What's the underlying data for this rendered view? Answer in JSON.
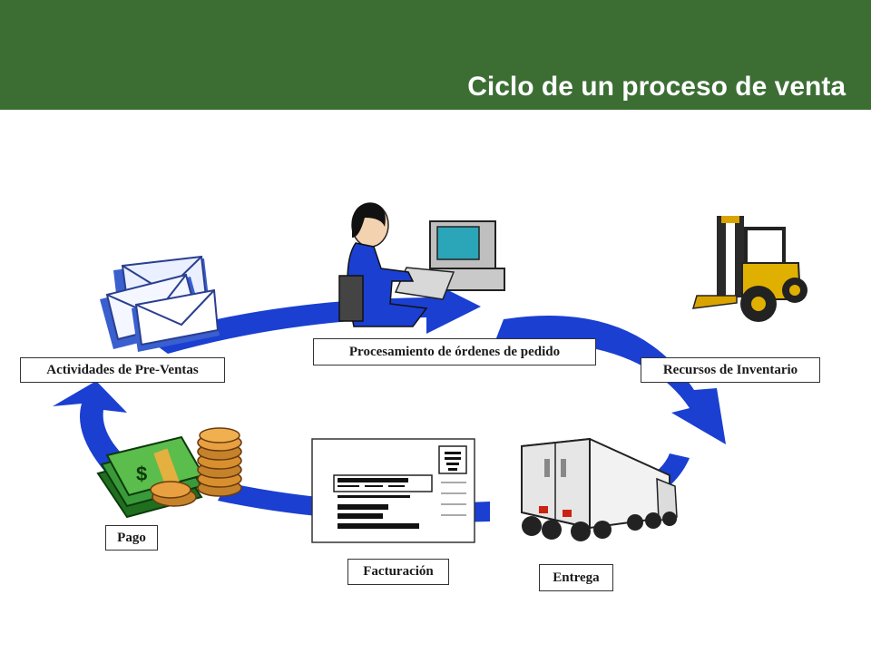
{
  "header": {
    "title": "Ciclo de un proceso de venta",
    "background": "#3c6e34",
    "text_color": "#ffffff"
  },
  "diagram": {
    "arrow_color": "#1a3fd1",
    "steps": [
      {
        "label": "Procesamiento de órdenes de pedido",
        "icon": "computer-operator-icon"
      },
      {
        "label": "Recursos de Inventario",
        "icon": "forklift-icon"
      },
      {
        "label": "Entrega",
        "icon": "delivery-truck-icon"
      },
      {
        "label": "Facturación",
        "icon": "invoice-document-icon"
      },
      {
        "label": "Pago",
        "icon": "money-coins-icon"
      },
      {
        "label": "Actividades de Pre-Ventas",
        "icon": "envelopes-icon"
      }
    ]
  }
}
